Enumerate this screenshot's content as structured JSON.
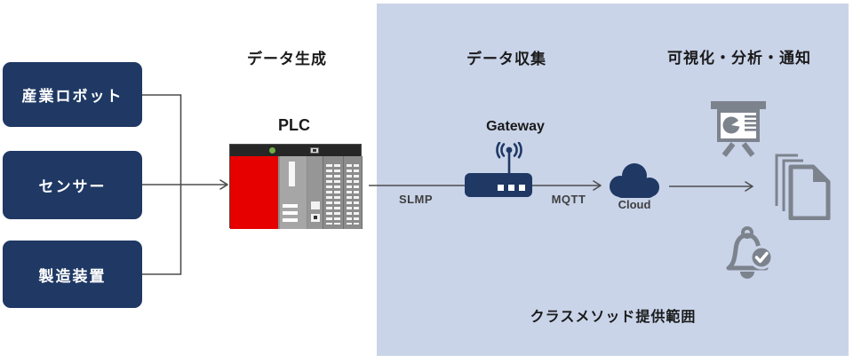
{
  "colors": {
    "panel_bg": "#c9d4e9",
    "navy": "#1f3864",
    "icon_gray": "#7d838d",
    "line": "#4d4d4d",
    "text_dark": "#1a1a1a",
    "label_gray": "#3f3f3f",
    "plc_red": "#e60000"
  },
  "sections": {
    "generation": {
      "label": "データ生成"
    },
    "collection": {
      "label": "データ収集"
    },
    "visualization": {
      "label": "可視化・分析・通知"
    }
  },
  "sources": [
    {
      "label": "産業ロボット"
    },
    {
      "label": "センサー"
    },
    {
      "label": "製造装置"
    }
  ],
  "plc": {
    "label": "PLC"
  },
  "gateway": {
    "label": "Gateway"
  },
  "protocols": {
    "slmp": "SLMP",
    "mqtt": "MQTT"
  },
  "cloud": {
    "label": "Cloud"
  },
  "scope": {
    "label": "クラスメソッド提供範囲"
  },
  "icons": [
    "plc-device-icon",
    "gateway-router-icon",
    "wifi-signal-icon",
    "cloud-icon",
    "presentation-chart-icon",
    "documents-icon",
    "notification-bell-check-icon"
  ]
}
